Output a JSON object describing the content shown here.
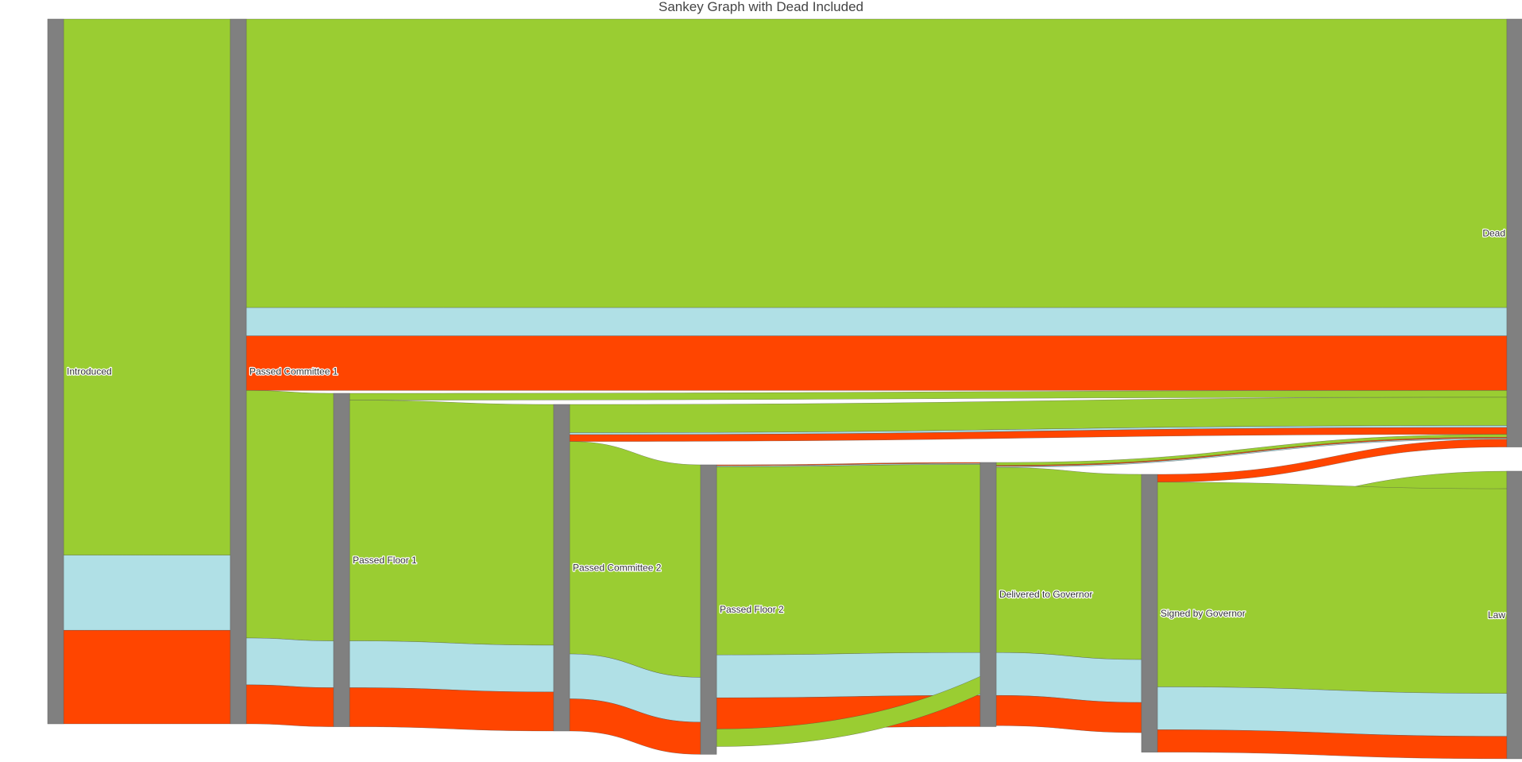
{
  "chart_data": {
    "type": "sankey",
    "title": "Sankey Graph with Dead Included",
    "colors": {
      "node": "#808080",
      "green": "#9ACD32",
      "blue": "#B0E0E6",
      "red": "#FF4500"
    },
    "nodes": [
      {
        "id": "introduced",
        "label": "Introduced",
        "column": 0,
        "label_side": "right"
      },
      {
        "id": "passed_committee_1",
        "label": "Passed Committee 1",
        "column": 1,
        "label_side": "right"
      },
      {
        "id": "passed_floor_1",
        "label": "Passed Floor 1",
        "column": 2,
        "label_side": "right"
      },
      {
        "id": "passed_committee_2",
        "label": "Passed Committee 2",
        "column": 3,
        "label_side": "right"
      },
      {
        "id": "passed_floor_2",
        "label": "Passed Floor 2",
        "column": 4,
        "label_side": "right"
      },
      {
        "id": "delivered_to_governor",
        "label": "Delivered to Governor",
        "column": 5,
        "label_side": "right"
      },
      {
        "id": "signed_by_governor",
        "label": "Signed by Governor",
        "column": 6,
        "label_side": "right"
      },
      {
        "id": "dead",
        "label": "Dead",
        "column": 7,
        "label_side": "left"
      },
      {
        "id": "law",
        "label": "Law",
        "column": 7,
        "label_side": "left"
      }
    ],
    "links": [
      {
        "source": "introduced",
        "target": "passed_committee_1",
        "color": "green",
        "value": 550
      },
      {
        "source": "introduced",
        "target": "passed_committee_1",
        "color": "blue",
        "value": 77
      },
      {
        "source": "introduced",
        "target": "passed_committee_1",
        "color": "red",
        "value": 96
      },
      {
        "source": "passed_committee_1",
        "target": "dead",
        "color": "green",
        "value": 296
      },
      {
        "source": "passed_committee_1",
        "target": "dead",
        "color": "blue",
        "value": 29
      },
      {
        "source": "passed_committee_1",
        "target": "dead",
        "color": "red",
        "value": 56
      },
      {
        "source": "passed_committee_1",
        "target": "passed_floor_1",
        "color": "green",
        "value": 254
      },
      {
        "source": "passed_committee_1",
        "target": "passed_floor_1",
        "color": "blue",
        "value": 48
      },
      {
        "source": "passed_committee_1",
        "target": "passed_floor_1",
        "color": "red",
        "value": 40
      },
      {
        "source": "passed_floor_1",
        "target": "dead",
        "color": "green",
        "value": 7
      },
      {
        "source": "passed_floor_1",
        "target": "passed_committee_2",
        "color": "green",
        "value": 247
      },
      {
        "source": "passed_floor_1",
        "target": "passed_committee_2",
        "color": "blue",
        "value": 48
      },
      {
        "source": "passed_floor_1",
        "target": "passed_committee_2",
        "color": "red",
        "value": 40
      },
      {
        "source": "passed_committee_2",
        "target": "dead",
        "color": "green",
        "value": 29
      },
      {
        "source": "passed_committee_2",
        "target": "dead",
        "color": "blue",
        "value": 2
      },
      {
        "source": "passed_committee_2",
        "target": "dead",
        "color": "red",
        "value": 7
      },
      {
        "source": "passed_committee_2",
        "target": "passed_floor_2",
        "color": "green",
        "value": 218
      },
      {
        "source": "passed_committee_2",
        "target": "passed_floor_2",
        "color": "blue",
        "value": 46
      },
      {
        "source": "passed_committee_2",
        "target": "passed_floor_2",
        "color": "red",
        "value": 33
      },
      {
        "source": "passed_floor_2",
        "target": "delivered_to_governor",
        "color": "red",
        "value": 1
      },
      {
        "source": "passed_floor_2",
        "target": "delivered_to_governor",
        "color": "blue",
        "value": 1
      },
      {
        "source": "passed_floor_2",
        "target": "delivered_to_governor",
        "color": "green",
        "value": 193
      },
      {
        "source": "passed_floor_2",
        "target": "delivered_to_governor",
        "color": "blue",
        "value": 44
      },
      {
        "source": "passed_floor_2",
        "target": "delivered_to_governor",
        "color": "red",
        "value": 32
      },
      {
        "source": "passed_floor_2",
        "target": "law",
        "color": "green",
        "value": 18
      },
      {
        "source": "delivered_to_governor",
        "target": "dead",
        "color": "green",
        "value": 3
      },
      {
        "source": "delivered_to_governor",
        "target": "dead",
        "color": "red",
        "value": 1
      },
      {
        "source": "delivered_to_governor",
        "target": "dead",
        "color": "blue",
        "value": 1
      },
      {
        "source": "delivered_to_governor",
        "target": "signed_by_governor",
        "color": "green",
        "value": 190
      },
      {
        "source": "delivered_to_governor",
        "target": "signed_by_governor",
        "color": "blue",
        "value": 44
      },
      {
        "source": "delivered_to_governor",
        "target": "signed_by_governor",
        "color": "red",
        "value": 31
      },
      {
        "source": "signed_by_governor",
        "target": "dead",
        "color": "red",
        "value": 8
      },
      {
        "source": "signed_by_governor",
        "target": "law",
        "color": "green",
        "value": 210
      },
      {
        "source": "signed_by_governor",
        "target": "law",
        "color": "blue",
        "value": 44
      },
      {
        "source": "signed_by_governor",
        "target": "law",
        "color": "red",
        "value": 23
      }
    ]
  }
}
